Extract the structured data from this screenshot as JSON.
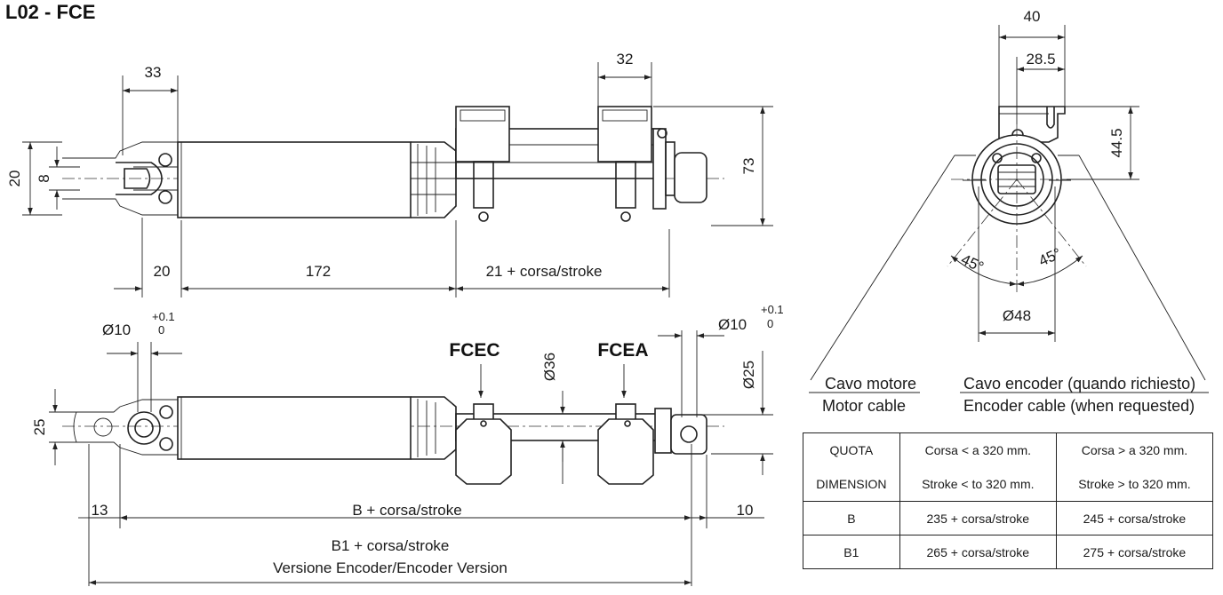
{
  "title": "L02 - FCE",
  "side_view": {
    "dims": {
      "d33": "33",
      "d32": "32",
      "d20v": "20",
      "d8": "8",
      "d73": "73",
      "d20h": "20",
      "d172": "172",
      "d21": "21 + corsa/stroke"
    }
  },
  "top_view": {
    "dims": {
      "dia10_left": "Ø10",
      "tol_left_upper": "+0.1",
      "tol_left_lower": "0",
      "dia10_right": "Ø10",
      "tol_right_upper": "+0.1",
      "tol_right_lower": "0",
      "dia36": "Ø36",
      "dia25": "Ø25",
      "d25": "25",
      "d13": "13",
      "d10": "10",
      "b": "B + corsa/stroke",
      "b1": "B1 + corsa/stroke",
      "b1_note": "Versione Encoder/Encoder Version"
    },
    "tags": {
      "fcec": "FCEC",
      "fcea": "FCEA"
    }
  },
  "end_view": {
    "dims": {
      "d40": "40",
      "d28_5": "28.5",
      "d44_5": "44.5",
      "angle_left": "45°",
      "angle_right": "45°",
      "dia48": "Ø48"
    },
    "callouts": {
      "motor_it": "Cavo motore",
      "motor_en": "Motor cable",
      "encoder_it": "Cavo encoder (quando richiesto)",
      "encoder_en": "Encoder cable (when requested)"
    }
  },
  "table": {
    "header_it": [
      "QUOTA",
      "Corsa < a 320 mm.",
      "Corsa > a 320 mm."
    ],
    "header_en": [
      "DIMENSION",
      "Stroke < to 320 mm.",
      "Stroke > to 320 mm."
    ],
    "rows": [
      [
        "B",
        "235 + corsa/stroke",
        "245 + corsa/stroke"
      ],
      [
        "B1",
        "265 + corsa/stroke",
        "275 + corsa/stroke"
      ]
    ]
  }
}
